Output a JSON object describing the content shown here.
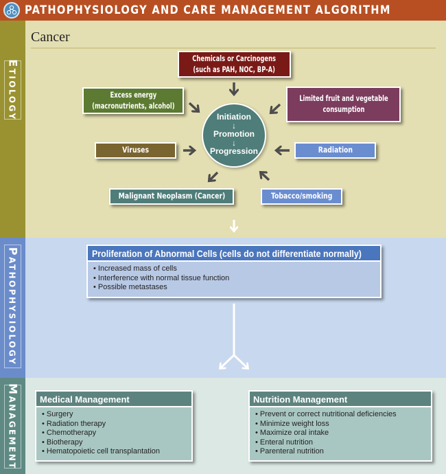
{
  "header": {
    "title": "PATHOPHYSIOLOGY AND CARE MANAGEMENT ALGORITHM",
    "logo_icon": "network-nodes-icon"
  },
  "sections": {
    "etiology": "Etiology",
    "pathophysiology": "Pathophysiology",
    "management": "Management"
  },
  "condition": "Cancer",
  "etiology": {
    "chemicals": [
      "Chemicals or Carcinogens",
      "(such as PAH, NOC, BP-A)"
    ],
    "excess_energy": [
      "Excess energy",
      "(macronutrients, alcohol)"
    ],
    "limited_fruit": [
      "Limited fruit and vegetable",
      "consumption"
    ],
    "viruses": "Viruses",
    "radiation": "Radiation",
    "malignant": "Malignant Neoplasm (Cancer)",
    "tobacco": "Tobacco/smoking",
    "stages": [
      "Initiation",
      "Promotion",
      "Progression"
    ]
  },
  "pathophysiology": {
    "title": "Proliferation of Abnormal Cells (cells do not differentiate normally)",
    "items": [
      "Increased mass of cells",
      "Interference with normal tissue function",
      "Possible metastases"
    ]
  },
  "management": {
    "medical": {
      "title": "Medical Management",
      "items": [
        "Surgery",
        "Radiation therapy",
        "Chemotherapy",
        "Biotherapy",
        "Hematopoietic cell transplantation"
      ]
    },
    "nutrition": {
      "title": "Nutrition Management",
      "items": [
        "Prevent or correct nutritional deficiencies",
        "Minimize weight loss",
        "Maximize oral intake",
        "Enteral nutrition",
        "Parenteral nutrition"
      ]
    }
  },
  "colors": {
    "header": "#b84f22",
    "etiology": "#9a9231",
    "pathophysiology": "#6b8ccb",
    "management": "#5e8a83",
    "chemicals": "#7a1a17",
    "excess_energy": "#5c7a31",
    "limited_fruit": "#7b3c5e",
    "viruses": "#7a6430",
    "radiation": "#6a8dd0",
    "malignant": "#4f7d79",
    "tobacco": "#6a8dd0"
  }
}
